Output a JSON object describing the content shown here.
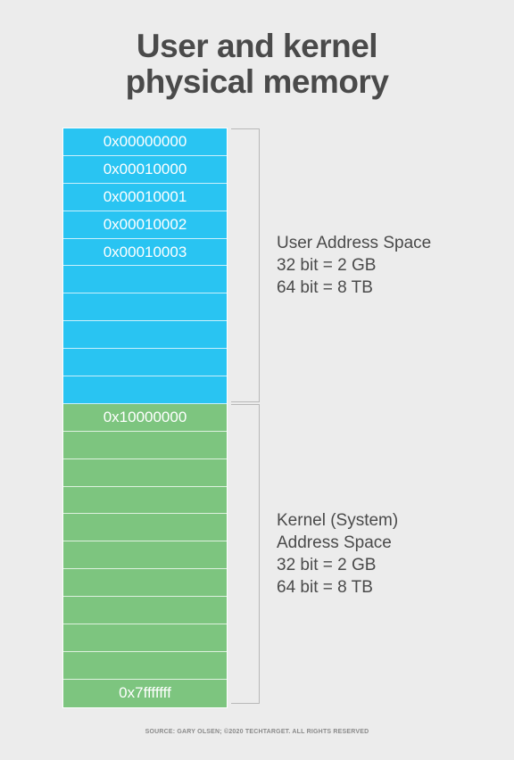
{
  "title": {
    "line1": "User and kernel",
    "line2": "physical memory"
  },
  "user_space": {
    "addresses": [
      "0x00000000",
      "0x00010000",
      "0x00010001",
      "0x00010002",
      "0x00010003",
      "",
      "",
      "",
      "",
      ""
    ],
    "label_lines": [
      "User Address Space",
      "32 bit = 2 GB",
      "64 bit = 8 TB"
    ]
  },
  "kernel_space": {
    "addresses": [
      "0x10000000",
      "",
      "",
      "",
      "",
      "",
      "",
      "",
      "",
      "",
      "0x7fffffff"
    ],
    "label_lines": [
      "Kernel (System)",
      "Address Space",
      "32 bit = 2 GB",
      "64 bit = 8 TB"
    ]
  },
  "colors": {
    "user_block": "#29c4f2",
    "kernel_block": "#7dc57f",
    "text": "#4a4a4a",
    "background": "#ececec"
  },
  "source": "SOURCE: GARY OLSEN; ©2020 TECHTARGET. ALL RIGHTS RESERVED"
}
